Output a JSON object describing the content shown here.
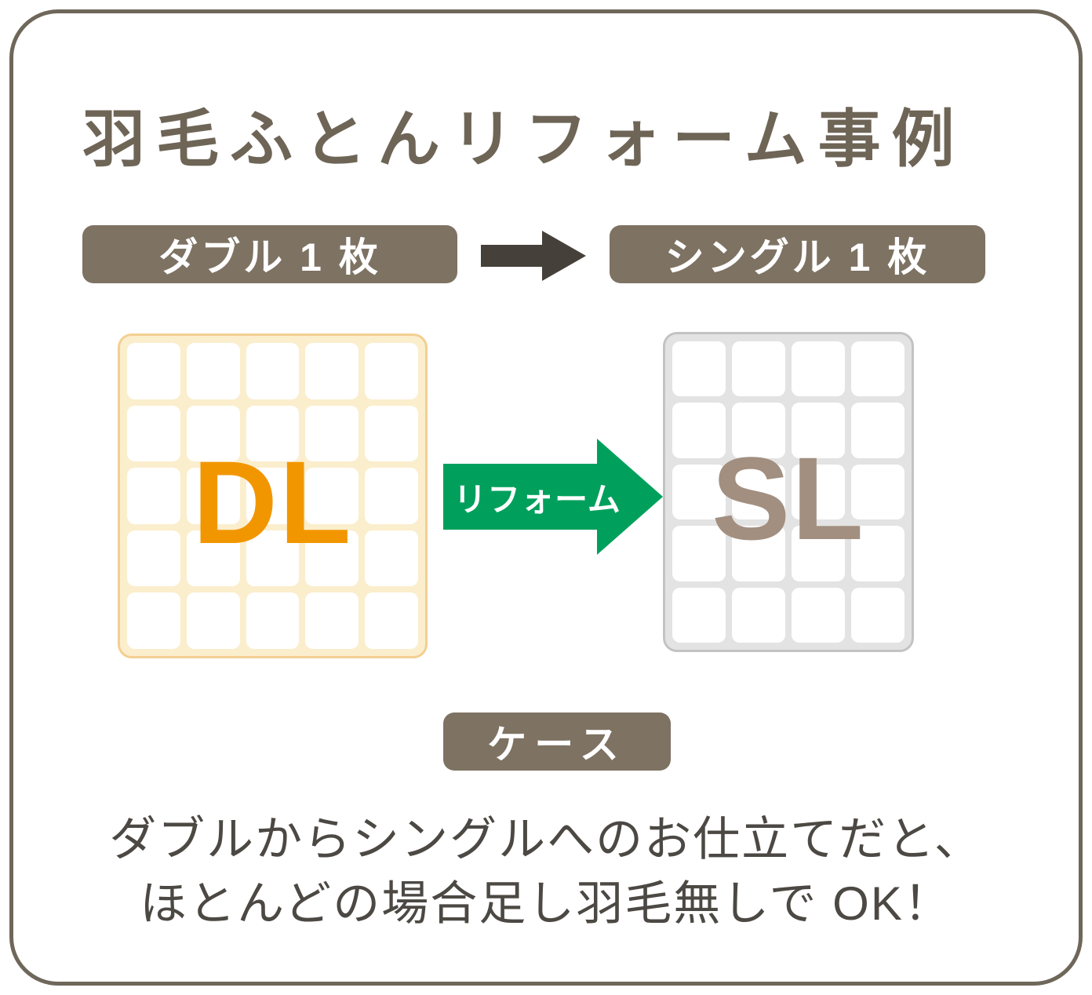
{
  "infographic": {
    "title": "羽毛ふとんリフォーム事例",
    "flow": {
      "source_label": "ダブル 1 枚",
      "target_label": "シングル 1 枚"
    },
    "source_futon": {
      "code": "DL",
      "rows": 5,
      "cols": 5
    },
    "target_futon": {
      "code": "SL",
      "rows": 5,
      "cols": 4
    },
    "reform_arrow": {
      "label": "リフォーム"
    },
    "case_badge": {
      "label": "ケース"
    },
    "description": {
      "line1": "ダブルからシングルへのお仕立てだと、",
      "line2": "ほとんどの場合足し羽毛無しで OK！"
    },
    "colors": {
      "card_border": "#6e675a",
      "title_brown": "#6e6557",
      "badge_brown": "#7e7263",
      "flow_arrow_dark": "#46403a",
      "reform_green": "#00a05c",
      "dl_orange": "#f29600",
      "sl_taupe": "#a28f80",
      "source_futon_tint": "#f3cf92",
      "target_futon_tint": "#c3c3c3",
      "text_dark": "#4c4843"
    }
  }
}
